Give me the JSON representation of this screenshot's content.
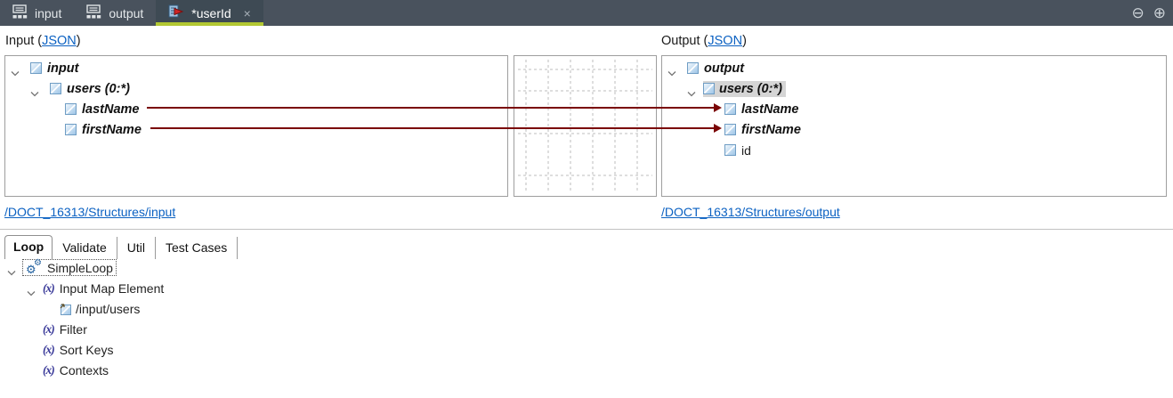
{
  "titlebar": {
    "tabs": [
      {
        "label": "input"
      },
      {
        "label": "output"
      },
      {
        "label": "*userId",
        "active": true,
        "close": "×"
      }
    ],
    "minimize_glyph": "⊖",
    "maximize_glyph": "⊕"
  },
  "colors": {
    "topbar_bg": "#49525d",
    "active_tab_bg": "#3e4a54",
    "active_tab_accent": "#b2c832",
    "mapping_line": "#7a0505",
    "link_blue": "#0b61c2",
    "selection_gray": "#d5d5d5"
  },
  "mapper": {
    "input_header": {
      "prefix": "Input (",
      "link": "JSON",
      "suffix": ")"
    },
    "output_header": {
      "prefix": "Output (",
      "link": "JSON",
      "suffix": ")"
    },
    "input_tree": {
      "rows": [
        {
          "label": "input"
        },
        {
          "label": "users (0:*)"
        },
        {
          "label": "lastName"
        },
        {
          "label": "firstName"
        }
      ]
    },
    "output_tree": {
      "rows": [
        {
          "label": "output"
        },
        {
          "label": "users (0:*)"
        },
        {
          "label": "lastName"
        },
        {
          "label": "firstName"
        },
        {
          "label": "id"
        }
      ]
    },
    "mappings": [
      {
        "from": "lastName",
        "to": "lastName"
      },
      {
        "from": "firstName",
        "to": "firstName"
      }
    ],
    "input_link": "/DOCT_16313/Structures/input",
    "output_link": "/DOCT_16313/Structures/output"
  },
  "bottom": {
    "tabs": [
      {
        "label": "Loop",
        "active": true
      },
      {
        "label": "Validate"
      },
      {
        "label": "Util"
      },
      {
        "label": "Test Cases"
      }
    ],
    "tree": [
      {
        "label": "SimpleLoop"
      },
      {
        "label": "Input Map Element"
      },
      {
        "label": "/input/users"
      },
      {
        "label": "Filter"
      },
      {
        "label": "Sort Keys"
      },
      {
        "label": "Contexts"
      }
    ]
  }
}
